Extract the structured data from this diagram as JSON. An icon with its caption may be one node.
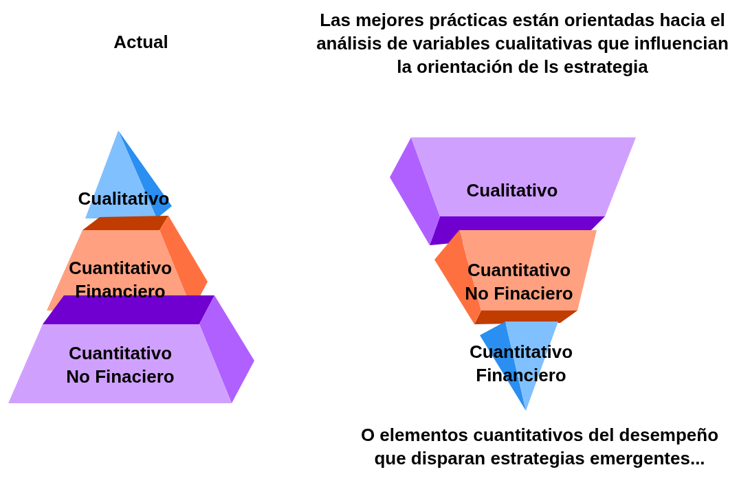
{
  "diagram": {
    "nodes": [
      {
        "text": [
          "Cualitativo"
        ]
      },
      {
        "text": [
          "Cuantitativo Financiero"
        ]
      },
      {
        "text": [
          "Cuantitativo No Finaciero"
        ]
      },
      {
        "text": [
          "Cualitativo"
        ]
      },
      {
        "text": [
          "Cuantitativo No Finaciero"
        ]
      },
      {
        "text": [
          "Cuantitativo Financiero"
        ]
      }
    ],
    "labels": [
      "Actual",
      "Las mejores prácticas están orientadas hacia el análisis de variables cualitativas que influencian la orientación de ls estrategia",
      "O elementos cuantitativos del desempeño que disparan estrategias emergentes..."
    ]
  }
}
